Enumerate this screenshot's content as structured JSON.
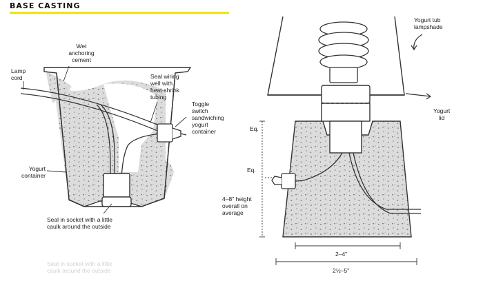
{
  "header": {
    "title": "BASE CASTING",
    "accent": "#f2e300"
  },
  "left_labels": {
    "wet_cement": [
      "Wet",
      "anchoring",
      "cement"
    ],
    "lamp_cord": [
      "Lamp",
      "cord"
    ],
    "seal_wiring": [
      "Seal wiring",
      "well with",
      "heat-shrink",
      "tubing"
    ],
    "toggle": [
      "Toggle",
      "switch",
      "sandwiching",
      "yogurt",
      "container"
    ],
    "yogurt_container": [
      "Yogurt",
      "container"
    ],
    "seal_socket": [
      "Seal in socket with a little",
      "caulk around the outside"
    ]
  },
  "right_labels": {
    "shade": [
      "Yogurt tub",
      "lampshade"
    ],
    "lid": [
      "Yogurt",
      "lid"
    ],
    "eq_top": "Eq.",
    "eq_mid": "Eq.",
    "height": [
      "4–8\" height",
      "overall on",
      "average"
    ],
    "dim_top": "2–4\"",
    "dim_bottom": "2½–5\""
  },
  "colors": {
    "concrete": "#dcdcdc",
    "line": "#333333"
  }
}
